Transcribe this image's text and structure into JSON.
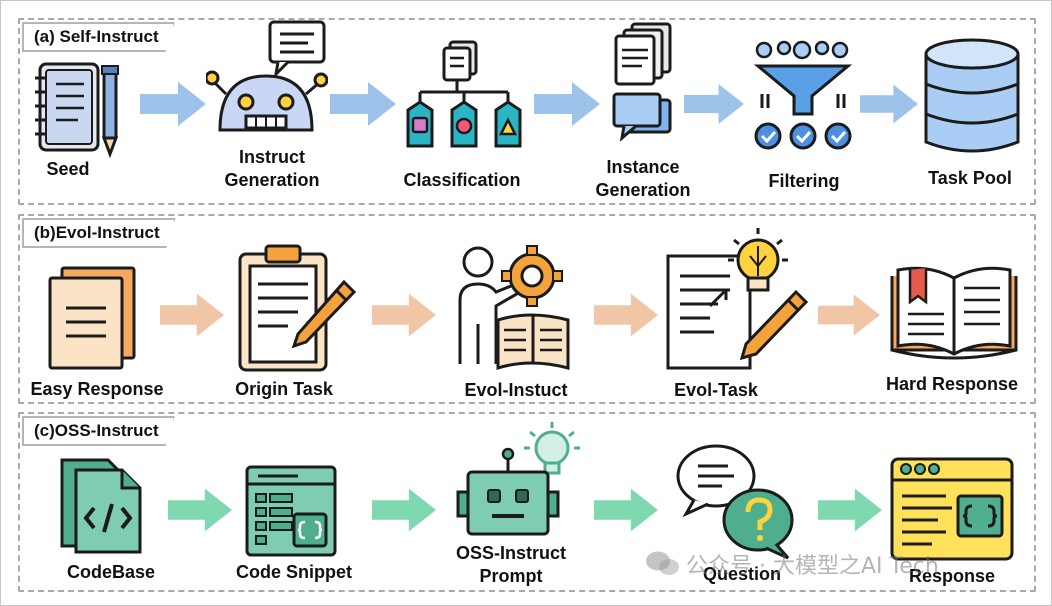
{
  "panels": {
    "self_instruct": {
      "title": "(a) Self-Instruct",
      "steps": [
        "Seed",
        "Instruct Generation",
        "Classification",
        "Instance Generation",
        "Filtering",
        "Task Pool"
      ],
      "arrow_color": "#9ec3ea"
    },
    "evol_instruct": {
      "title": "(b)Evol-Instruct",
      "steps": [
        "Easy Response",
        "Origin Task",
        "Evol-Instuct",
        "Evol-Task",
        "Hard Response"
      ],
      "arrow_color": "#f1c6a6"
    },
    "oss_instruct": {
      "title": "(c)OSS-Instruct",
      "steps": [
        "CodeBase",
        "Code Snippet",
        "OSS-Instruct Prompt",
        "Question",
        "Response"
      ],
      "arrow_color": "#7fd8b0"
    }
  },
  "labels": {
    "seed": "Seed",
    "instruct_gen_1": "Instruct",
    "instruct_gen_2": "Generation",
    "classification": "Classification",
    "instance_gen_1": "Instance",
    "instance_gen_2": "Generation",
    "filtering": "Filtering",
    "task_pool": "Task Pool",
    "easy_response": "Easy Response",
    "origin_task": "Origin Task",
    "evol_instuct": "Evol-Instuct",
    "evol_task": "Evol-Task",
    "hard_response": "Hard Response",
    "codebase": "CodeBase",
    "code_snippet": "Code Snippet",
    "oss_prompt_1": "OSS-Instruct",
    "oss_prompt_2": "Prompt",
    "question": "Question",
    "response": "Response"
  },
  "watermark": "公众号 · 大模型之AI Tech",
  "icons": {
    "seed": "notebook-pen-icon",
    "instruct_generation": "robot-chat-icon",
    "classification": "hierarchy-tags-icon",
    "instance_generation": "documents-chat-icon",
    "filtering": "funnel-icon",
    "task_pool": "database-icon",
    "easy_response": "paper-stack-icon",
    "origin_task": "clipboard-pencil-icon",
    "evol_instuct": "person-gear-book-icon",
    "evol_task": "document-lightbulb-pen-icon",
    "hard_response": "open-book-icon",
    "codebase": "code-files-icon",
    "code_snippet": "code-window-icon",
    "oss_prompt": "robot-lightbulb-icon",
    "question": "speech-bubbles-question-icon",
    "response": "code-browser-icon"
  },
  "colors": {
    "blue_arrow": "#9ec3ea",
    "peach_arrow": "#f1c6a6",
    "green_arrow": "#7fd8b0",
    "panel_border": "#a9a9a9"
  }
}
